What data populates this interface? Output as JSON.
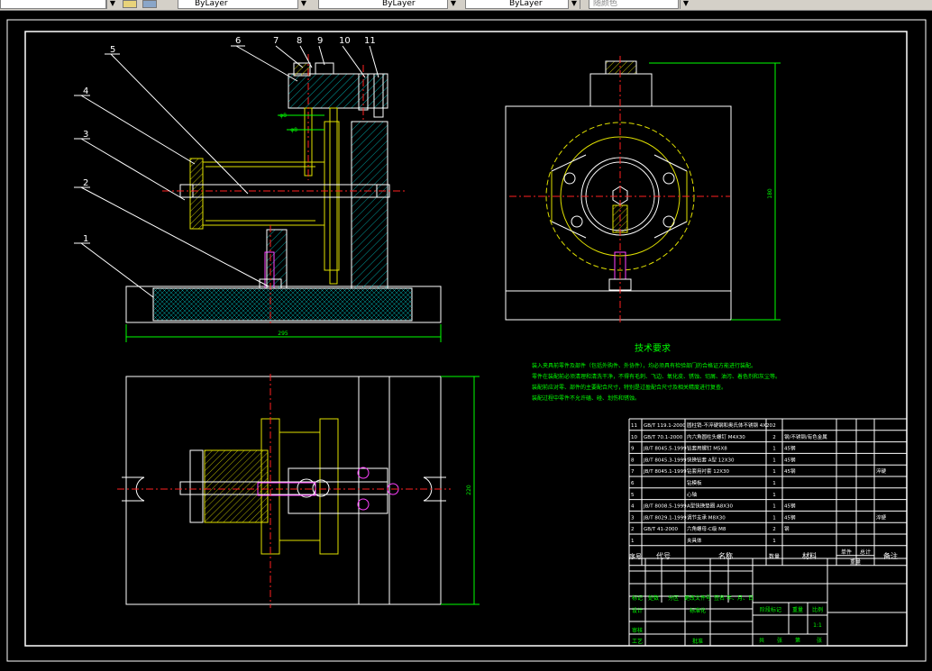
{
  "toolbar": {
    "layer_dropdown": "ByLayer",
    "linetype_dropdown": "ByLayer",
    "lineweight_dropdown": "ByLayer",
    "color_dropdown": "随颜色",
    "arrow": "▼"
  },
  "drawing": {
    "balloons": [
      "1",
      "2",
      "3",
      "4",
      "5",
      "6",
      "7",
      "8",
      "9",
      "10",
      "11"
    ],
    "dims": {
      "front_width": "295",
      "side_height": "180",
      "top_height": "220",
      "phi_1": "φ8",
      "phi_2": "φ8"
    },
    "tech_title": "技术要求",
    "tech_lines": [
      "装入夹具前零件及部件（包括外购件、外协件），均必须具有检验部门的合格证方能进行装配。",
      "零件在装配前必须清理和清洗干净，不得有毛刺、飞边、氧化皮、锈蚀、切屑、油污、着色剂和灰尘等。",
      "装配前应对零、部件的主要配合尺寸，特别是过盈配合尺寸及相关精度进行复查。",
      "装配过程中零件不允许磕、碰、划伤和锈蚀。"
    ],
    "bom_rows": [
      {
        "no": "11",
        "code": "GB/T 119.1-2000",
        "name": "圆柱销-不淬硬钢和奥氏体不锈钢 4X20",
        "qty": "2",
        "material": "",
        "note": ""
      },
      {
        "no": "10",
        "code": "GB/T 70.1-2000",
        "name": "内六角圆柱头螺钉 M4X30",
        "qty": "2",
        "material": "钢/不锈钢/有色金属",
        "note": ""
      },
      {
        "no": "9",
        "code": "JB/T 8045.5-1999",
        "name": "钻套用螺钉 M5X8",
        "qty": "1",
        "material": "45钢",
        "note": ""
      },
      {
        "no": "8",
        "code": "JB/T 8045.3-1999",
        "name": "快换钻套 A型 12X30",
        "qty": "1",
        "material": "45钢",
        "note": ""
      },
      {
        "no": "7",
        "code": "JB/T 8045.1-1999",
        "name": "钻套用衬套 12X30",
        "qty": "1",
        "material": "45钢",
        "note": "淬硬"
      },
      {
        "no": "6",
        "code": "",
        "name": "钻模板",
        "qty": "1",
        "material": "",
        "note": ""
      },
      {
        "no": "5",
        "code": "",
        "name": "心轴",
        "qty": "1",
        "material": "",
        "note": ""
      },
      {
        "no": "4",
        "code": "JB/T 8008.5-1999",
        "name": "A型快换垫圈 A8X30",
        "qty": "1",
        "material": "45钢",
        "note": ""
      },
      {
        "no": "3",
        "code": "JB/T 8029.1-1999",
        "name": "调节支承 M8X30",
        "qty": "1",
        "material": "45钢",
        "note": "淬硬"
      },
      {
        "no": "2",
        "code": "GB/T 41-2000",
        "name": "六角螺母-C级 M8",
        "qty": "2",
        "material": "钢",
        "note": ""
      },
      {
        "no": "1",
        "code": "",
        "name": "夹具体",
        "qty": "1",
        "material": "",
        "note": ""
      }
    ],
    "bom_header": {
      "no": "序号",
      "code": "代号",
      "name": "名称",
      "qty": "数量",
      "material": "材料",
      "unit": "单件",
      "total": "总计",
      "weight": "重量",
      "note": "备注"
    },
    "title_block": {
      "mark": "标记",
      "count": "处数",
      "zone": "分区",
      "change": "更改文件号",
      "sign": "签名",
      "date": "年、月、日",
      "design": "设计",
      "std": "标准化",
      "check": "审核",
      "craft": "工艺",
      "approve": "批准",
      "stage": "阶段标记",
      "weight": "重量",
      "scale": "比例",
      "scale_val": "1:1",
      "sheet_total": "共",
      "sheet_n": "张",
      "sheet_of": "第",
      "sheet_m": "张"
    }
  }
}
